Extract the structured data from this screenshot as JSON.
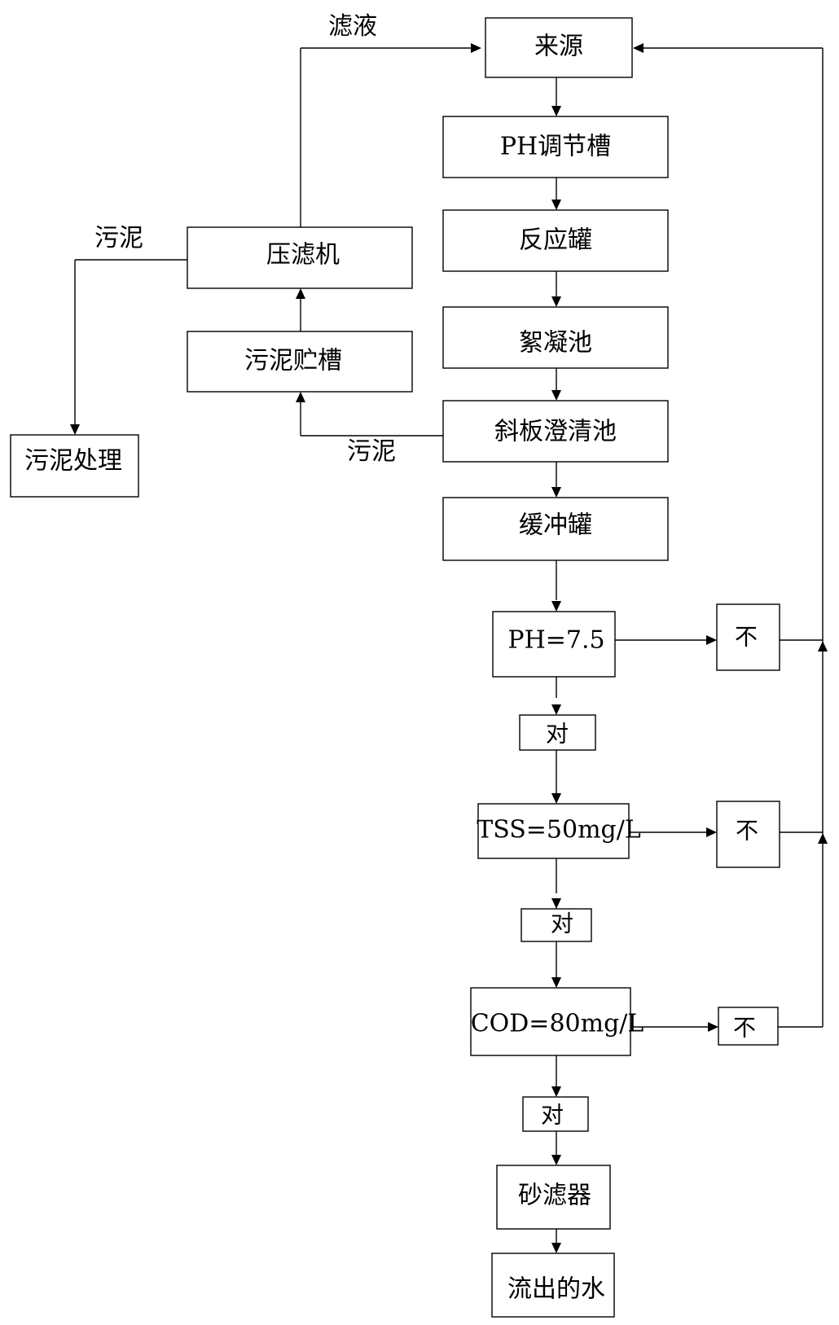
{
  "nodes": {
    "source": "来源",
    "ph_tank": "PH调节槽",
    "reactor": "反应罐",
    "flocculation": "絮凝池",
    "clarifier": "斜板澄清池",
    "buffer": "缓冲罐",
    "ph_check": "PH=7.5",
    "ph_no": "不",
    "ph_yes": "对",
    "tss_check": "TSS=50mg/L",
    "tss_no": "不",
    "tss_yes": "对",
    "cod_check": "COD=80mg/L",
    "cod_no": "不",
    "cod_yes": "对",
    "sand_filter": "砂滤器",
    "effluent": "流出的水",
    "filter_press": "压滤机",
    "sludge_tank": "污泥贮槽",
    "sludge_treatment": "污泥处理"
  },
  "edge_labels": {
    "filtrate": "滤液",
    "sludge_from_press": "污泥",
    "sludge_from_clarifier": "污泥"
  }
}
